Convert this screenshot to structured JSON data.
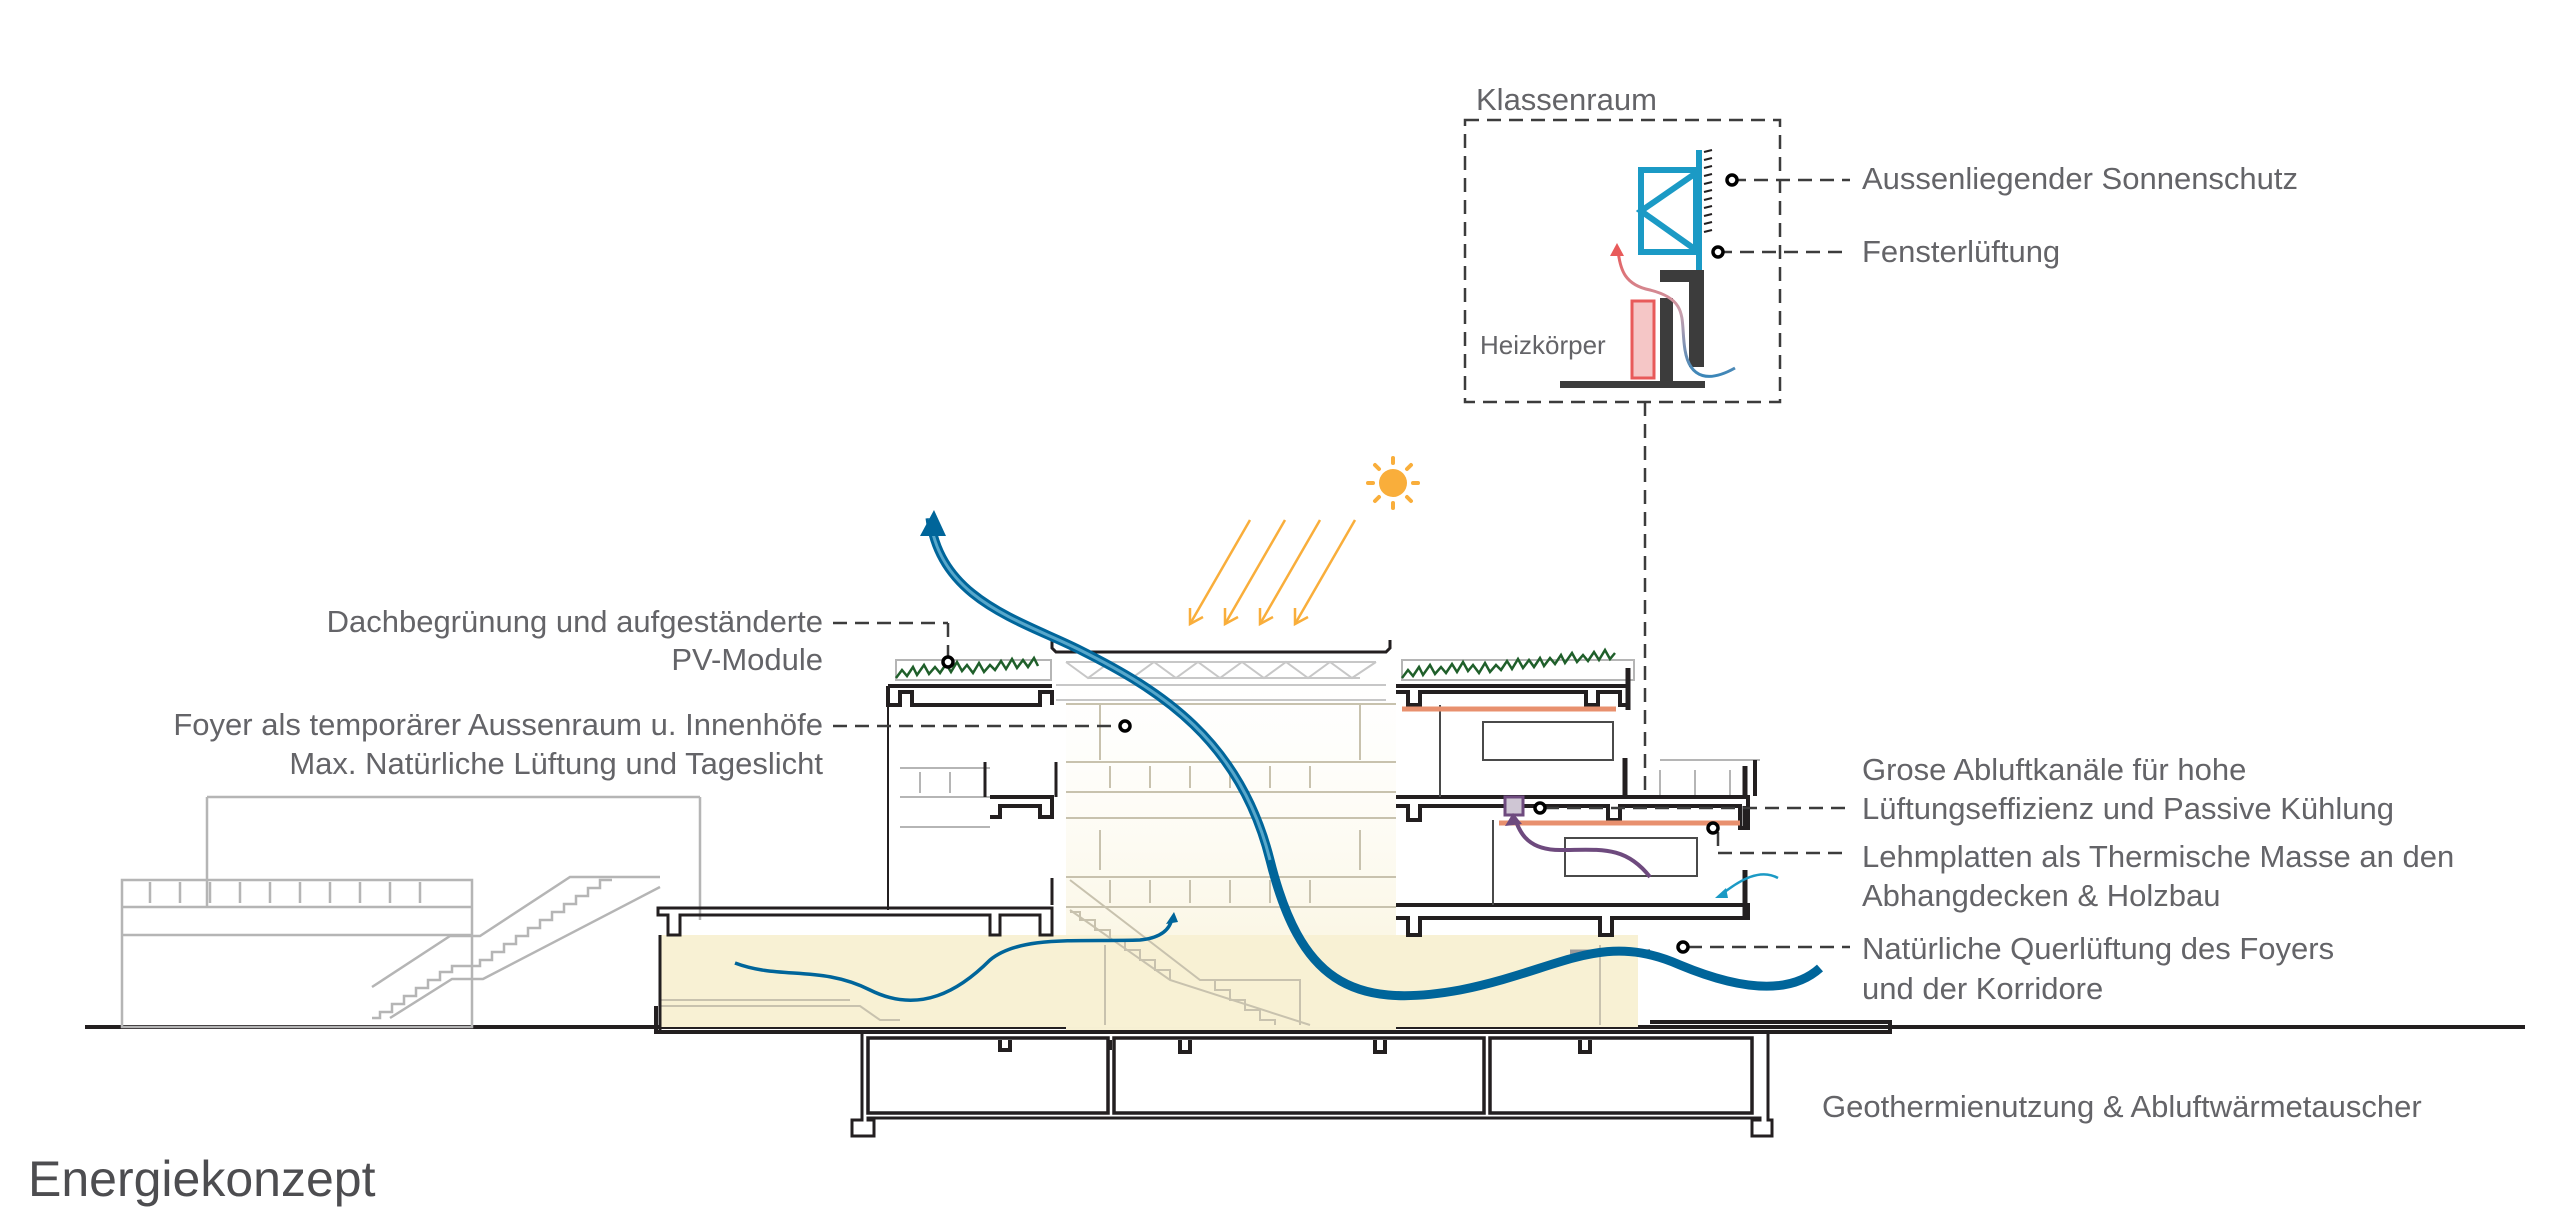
{
  "title": "Energiekonzept",
  "detail": {
    "title": "Klassenraum",
    "radiator_label": "Heizkörper"
  },
  "annotations": {
    "left": [
      {
        "id": "roof",
        "lines": [
          "Dachbegrünung und aufgeständerte",
          "PV-Module"
        ]
      },
      {
        "id": "foyer",
        "lines": [
          "Foyer als temporärer Aussenraum u. Innenhöfe",
          "Max. Natürliche Lüftung und Tageslicht"
        ]
      }
    ],
    "right": [
      {
        "id": "sunshade",
        "lines": [
          "Aussenliegender Sonnenschutz"
        ]
      },
      {
        "id": "window",
        "lines": [
          "Fensterlüftung"
        ]
      },
      {
        "id": "exhaust",
        "lines": [
          "Grose Abluftkanäle für hohe",
          "Lüftungseffizienz und Passive Kühlung"
        ]
      },
      {
        "id": "clay",
        "lines": [
          "Lehmplatten als Thermische Masse an den",
          "Abhangdecken & Holzbau"
        ]
      },
      {
        "id": "cross",
        "lines": [
          "Natürliche Querlüftung des Foyers",
          "und der Korridore"
        ]
      },
      {
        "id": "geo",
        "lines": [
          "Geothermienutzung & Abluftwärmetauscher"
        ]
      }
    ]
  },
  "colors": {
    "text": "#646468",
    "structure": "#231f20",
    "light_line": "#b5b5b5",
    "airflow": "#00659a",
    "airflow_light": "#7cc3e0",
    "sun": "#f9ae3b",
    "clay": "#e8906e",
    "foyer_fill": "#f8f1d4",
    "window_frame": "#1b9ac5",
    "radiator": "#e85a5a",
    "radiator_fill": "#f5c6c6",
    "warm_air": "#e85a5a",
    "exhaust_flow": "#6e4a7e",
    "grass": "#1f5f2a"
  }
}
